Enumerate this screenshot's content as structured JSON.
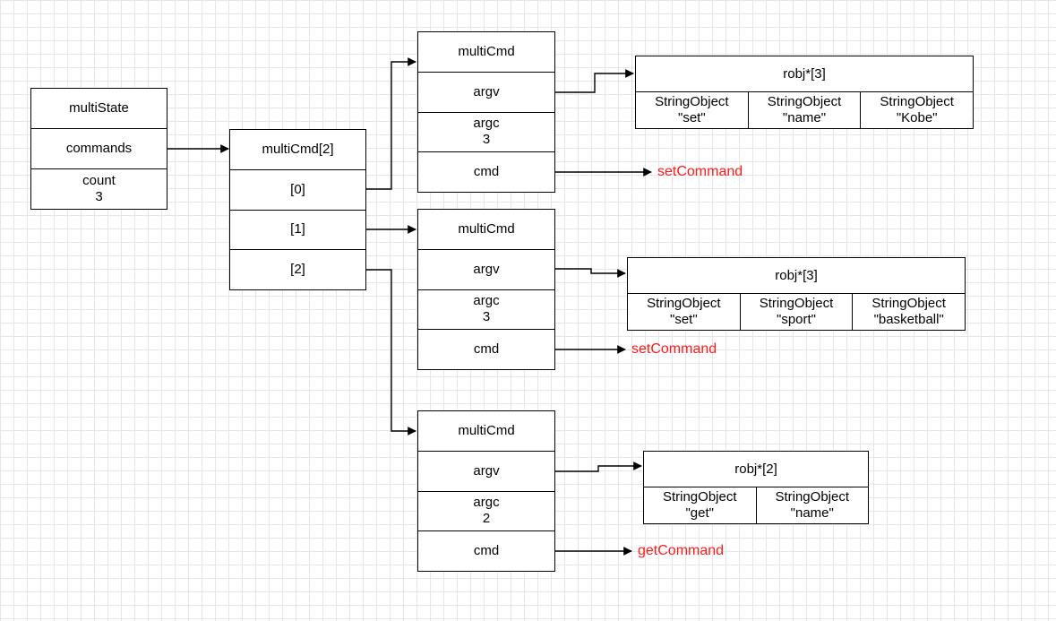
{
  "multiState": {
    "title": "multiState",
    "commands": "commands",
    "count_label": "count",
    "count_value": "3"
  },
  "multiCmdArray": {
    "title": "multiCmd[2]",
    "items": [
      "[0]",
      "[1]",
      "[2]"
    ]
  },
  "cmds": [
    {
      "title": "multiCmd",
      "argv": "argv",
      "argc_label": "argc",
      "argc_value": "3",
      "cmd": "cmd",
      "command": "setCommand",
      "robj": {
        "title": "robj*[3]",
        "items": [
          {
            "type": "StringObject",
            "value": "\"set\""
          },
          {
            "type": "StringObject",
            "value": "\"name\""
          },
          {
            "type": "StringObject",
            "value": "\"Kobe\""
          }
        ]
      }
    },
    {
      "title": "multiCmd",
      "argv": "argv",
      "argc_label": "argc",
      "argc_value": "3",
      "cmd": "cmd",
      "command": "setCommand",
      "robj": {
        "title": "robj*[3]",
        "items": [
          {
            "type": "StringObject",
            "value": "\"set\""
          },
          {
            "type": "StringObject",
            "value": "\"sport\""
          },
          {
            "type": "StringObject",
            "value": "\"basketball\""
          }
        ]
      }
    },
    {
      "title": "multiCmd",
      "argv": "argv",
      "argc_label": "argc",
      "argc_value": "2",
      "cmd": "cmd",
      "command": "getCommand",
      "robj": {
        "title": "robj*[2]",
        "items": [
          {
            "type": "StringObject",
            "value": "\"get\""
          },
          {
            "type": "StringObject",
            "value": "\"name\""
          }
        ]
      }
    }
  ],
  "colors": {
    "line": "#000000",
    "command_text": "#ff1a1a",
    "grid": "#e6e6e6"
  }
}
